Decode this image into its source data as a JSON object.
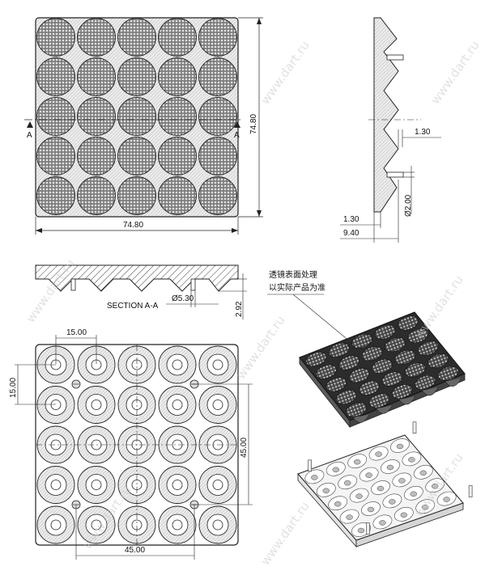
{
  "dimensions": {
    "front_width": "74.80",
    "front_height": "74.80",
    "side_step": "1.30",
    "side_pin_dia": "Ø2.00",
    "side_base": "1.30",
    "side_total": "9.40",
    "section_pin": "Ø5.30",
    "section_depth": "2.92",
    "bottom_pitch_x": "15.00",
    "bottom_pitch_y": "15.00",
    "bottom_span_y": "45.00",
    "bottom_span_x": "45.00"
  },
  "labels": {
    "section_marker": "A",
    "section_title": "SECTION A-A",
    "note_line1": "透镜表面处理",
    "note_line2": "以实际产品为准"
  },
  "watermark": "www.dart.ru",
  "colors": {
    "line": "#222222",
    "lens_fill": "#8a8a8a",
    "hatch": "#444444",
    "dark_plate": "#2c2c2c",
    "watermark": "#c9c9c9"
  }
}
